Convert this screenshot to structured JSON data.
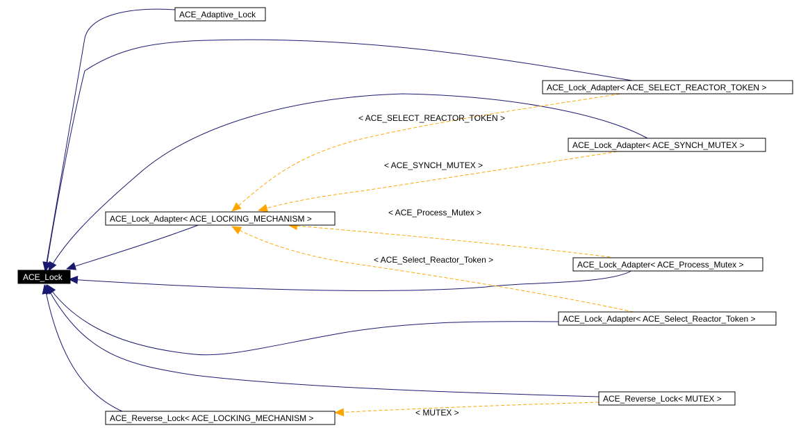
{
  "diagram": {
    "nodes": [
      {
        "id": "ace_lock",
        "label": "ACE_Lock"
      },
      {
        "id": "adaptive_lock",
        "label": "ACE_Adaptive_Lock"
      },
      {
        "id": "adapter_select_reactor_token_caps",
        "label": "ACE_Lock_Adapter< ACE_SELECT_REACTOR_TOKEN >"
      },
      {
        "id": "adapter_synch_mutex",
        "label": "ACE_Lock_Adapter< ACE_SYNCH_MUTEX >"
      },
      {
        "id": "adapter_locking_mechanism",
        "label": "ACE_Lock_Adapter< ACE_LOCKING_MECHANISM >"
      },
      {
        "id": "adapter_process_mutex",
        "label": "ACE_Lock_Adapter< ACE_Process_Mutex >"
      },
      {
        "id": "adapter_select_reactor_token",
        "label": "ACE_Lock_Adapter< ACE_Select_Reactor_Token >"
      },
      {
        "id": "reverse_lock_mutex",
        "label": "ACE_Reverse_Lock< MUTEX >"
      },
      {
        "id": "reverse_lock_locking_mechanism",
        "label": "ACE_Reverse_Lock< ACE_LOCKING_MECHANISM >"
      }
    ],
    "template_labels": [
      "< ACE_SELECT_REACTOR_TOKEN >",
      "< ACE_SYNCH_MUTEX >",
      "< ACE_Process_Mutex >",
      "< ACE_Select_Reactor_Token >",
      "< MUTEX >"
    ],
    "colors": {
      "inheritance_edge": "#191970",
      "template_edge": "#ffa500",
      "root_fill": "#000000",
      "root_text": "#ffffff"
    }
  }
}
